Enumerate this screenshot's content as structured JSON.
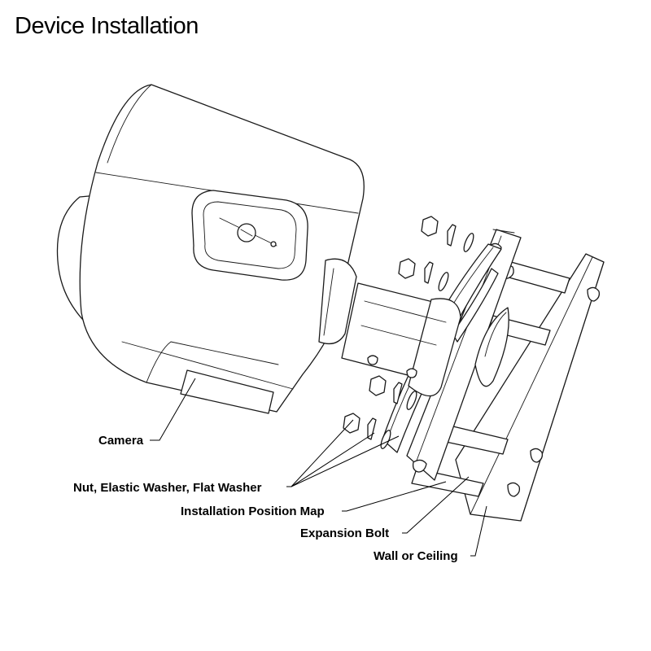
{
  "title": "Device Installation",
  "labels": {
    "camera": "Camera",
    "nut_washers": "Nut, Elastic Washer, Flat Washer",
    "installation_map": "Installation Position Map",
    "expansion_bolt": "Expansion Bolt",
    "wall_ceiling": "Wall or Ceiling"
  }
}
